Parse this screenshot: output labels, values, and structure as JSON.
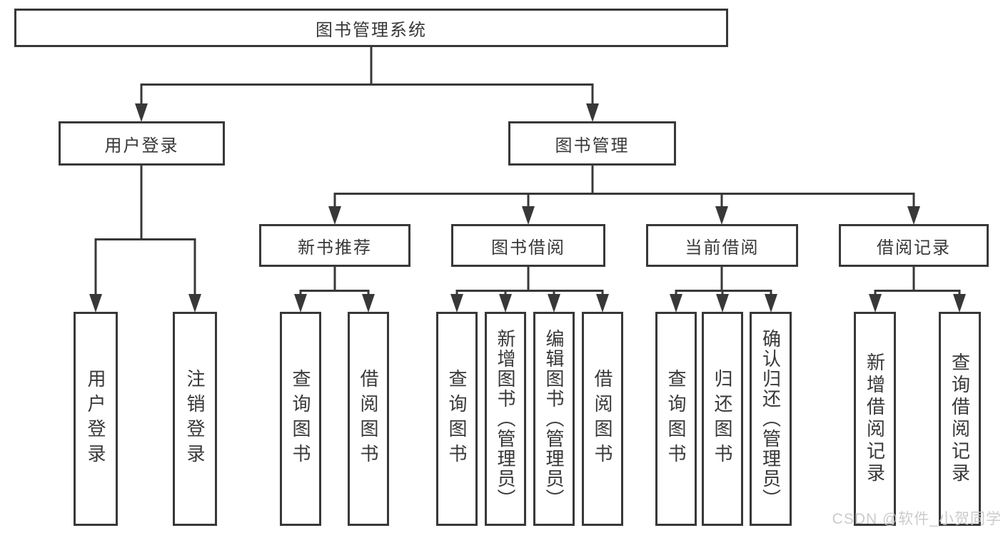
{
  "tree": {
    "label": "图书管理系统",
    "children": [
      {
        "label": "用户登录",
        "children": [
          {
            "label": "用户登录"
          },
          {
            "label": "注销登录"
          }
        ]
      },
      {
        "label": "图书管理",
        "children": [
          {
            "label": "新书推荐",
            "children": [
              {
                "label": "查询图书"
              },
              {
                "label": "借阅图书"
              }
            ]
          },
          {
            "label": "图书借阅",
            "children": [
              {
                "label": "查询图书"
              },
              {
                "label": "新增图书（管理员）"
              },
              {
                "label": "编辑图书（管理员）"
              },
              {
                "label": "借阅图书"
              }
            ]
          },
          {
            "label": "当前借阅",
            "children": [
              {
                "label": "查询图书"
              },
              {
                "label": "归还图书"
              },
              {
                "label": "确认归还（管理员）"
              }
            ]
          },
          {
            "label": "借阅记录",
            "children": [
              {
                "label": "新增借阅记录"
              },
              {
                "label": "查询借阅记录"
              }
            ]
          }
        ]
      }
    ]
  },
  "watermark": "CSDN @软件_小贺同学",
  "colors": {
    "line": "#383838",
    "text": "#383838",
    "watermark_text": "#c6c6c6",
    "background": "#ffffff"
  }
}
